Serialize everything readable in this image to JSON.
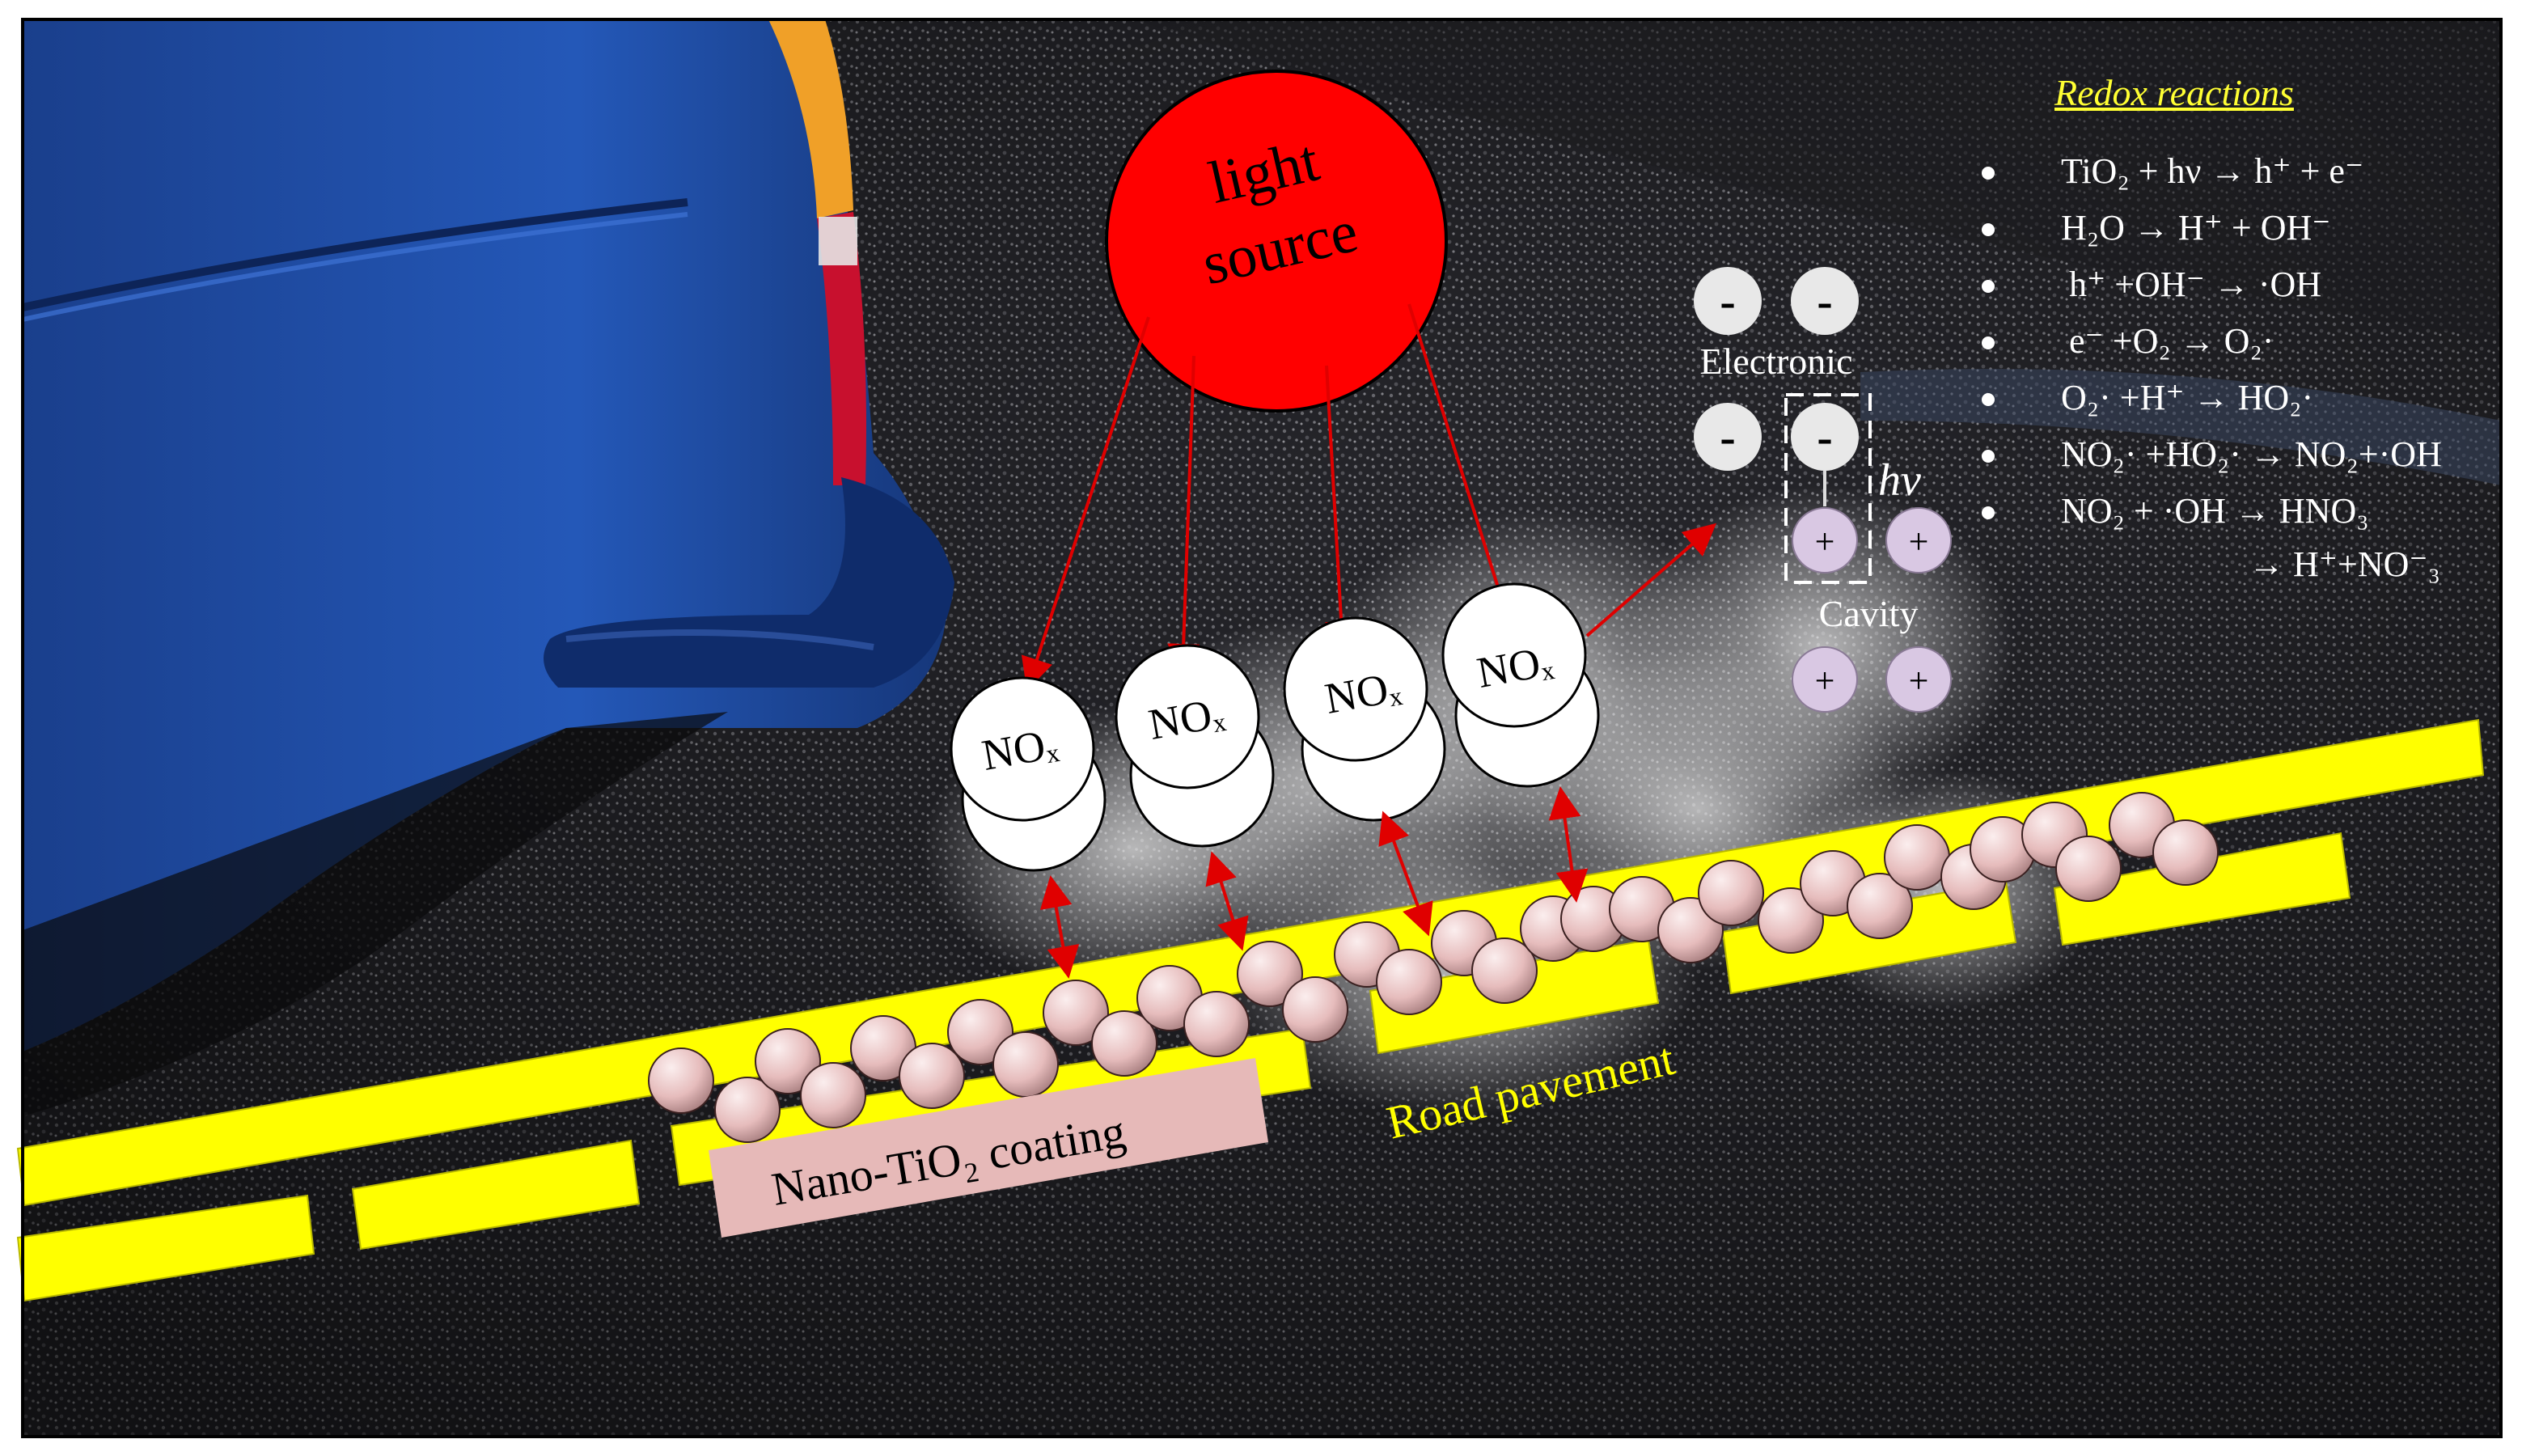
{
  "light_source": {
    "line1": "light",
    "line2": "source"
  },
  "molecule_label": "NOₓ",
  "electrons": {
    "symbol": "-",
    "label": "Electronic"
  },
  "holes": {
    "symbol": "+",
    "label": "Cavity"
  },
  "photon_label": "hν",
  "coating_label": "Nano-TiO₂  coating",
  "pavement_label": "Road pavement",
  "redox": {
    "title": "Redox reactions",
    "equations": [
      "TiO₂ + hν → h⁺ + e⁻",
      "H₂O → H⁺ + OH⁻",
      "h⁺ +OH⁻ → ·OH",
      "e⁻ +O₂ → O₂·",
      "O₂· +H⁺ → HO₂·",
      "NO₂· +HO₂· → NO₂+·OH",
      "NO₂ + ·OH → HNO₃",
      "→ H⁺+NO⁻₃"
    ]
  },
  "colors": {
    "light_source": "#ff0000",
    "arrows": "#e00000",
    "pavement": "#ffff00",
    "tio2_particle": "#e8c2c0",
    "coating_label_bg": "#e6b9b8",
    "hole": "#d9c8e3",
    "redox_title": "#ffff33",
    "car": "#1f4fa8",
    "asphalt": "#2a2a2e"
  }
}
